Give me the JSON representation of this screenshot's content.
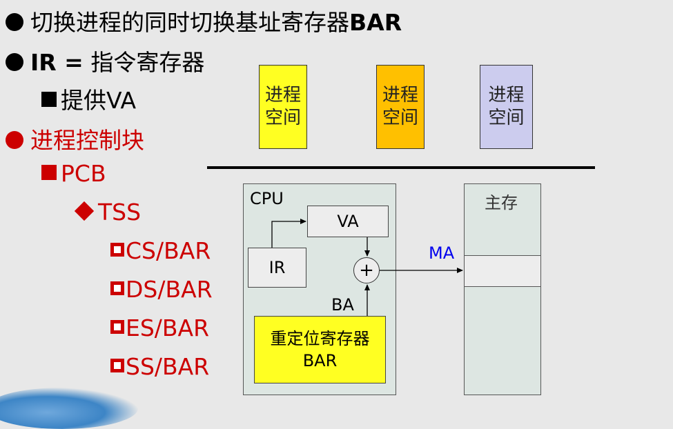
{
  "bullets": [
    {
      "prefix": "切换进程的同时切换基址寄存器",
      "bold": "BAR"
    },
    {
      "bold": "IR =",
      "suffix": " 指令寄存器"
    },
    {
      "text": "提供VA"
    },
    {
      "text": "进程控制块"
    },
    {
      "text": "PCB"
    },
    {
      "text": "TSS"
    },
    {
      "text": "CS/BAR"
    },
    {
      "text": "DS/BAR"
    },
    {
      "text": "ES/BAR"
    },
    {
      "text": "SS/BAR"
    }
  ],
  "process_spaces": [
    {
      "line1": "进程",
      "line2": "空间",
      "color": "#ffff22"
    },
    {
      "line1": "进程",
      "line2": "空间",
      "color": "#ffc000"
    },
    {
      "line1": "进程",
      "line2": "空间",
      "color": "#ccccee"
    }
  ],
  "cpu": {
    "label": "CPU",
    "va": "VA",
    "ir": "IR",
    "adder": "+",
    "ba": "BA",
    "relocation_line1": "重定位寄存器",
    "relocation_line2": "BAR",
    "relocation_color": "#ffff22"
  },
  "memory": {
    "label": "主存",
    "ma": "MA",
    "ma_color": "#0000ee"
  }
}
